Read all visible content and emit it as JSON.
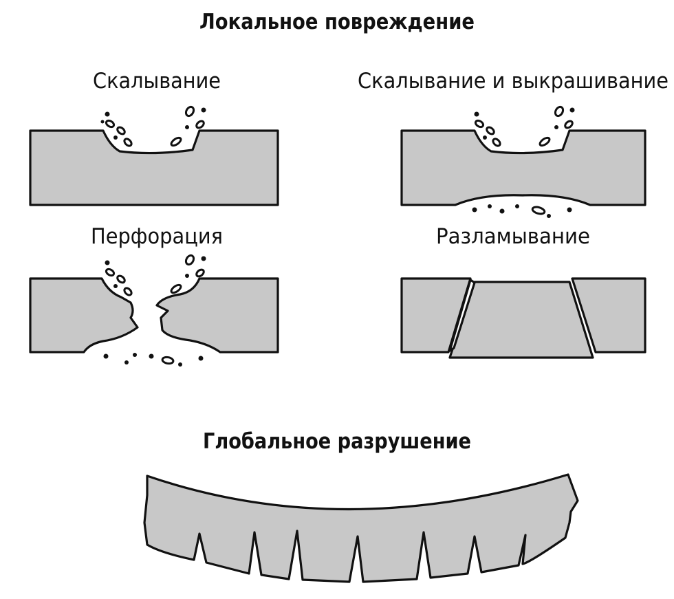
{
  "colors": {
    "slab_fill": "#c8c8c8",
    "stroke": "#111111",
    "background": "#ffffff"
  },
  "section_local": {
    "title": "Локальное повреждение"
  },
  "panels": [
    {
      "id": "spalling",
      "label": "Скалывание"
    },
    {
      "id": "spalling_scabbing",
      "label": "Скалывание и выкрашивание"
    },
    {
      "id": "perforation",
      "label": "Перфорация"
    },
    {
      "id": "fracturing",
      "label": "Разламывание"
    }
  ],
  "section_global": {
    "title": "Глобальное разрушение"
  }
}
